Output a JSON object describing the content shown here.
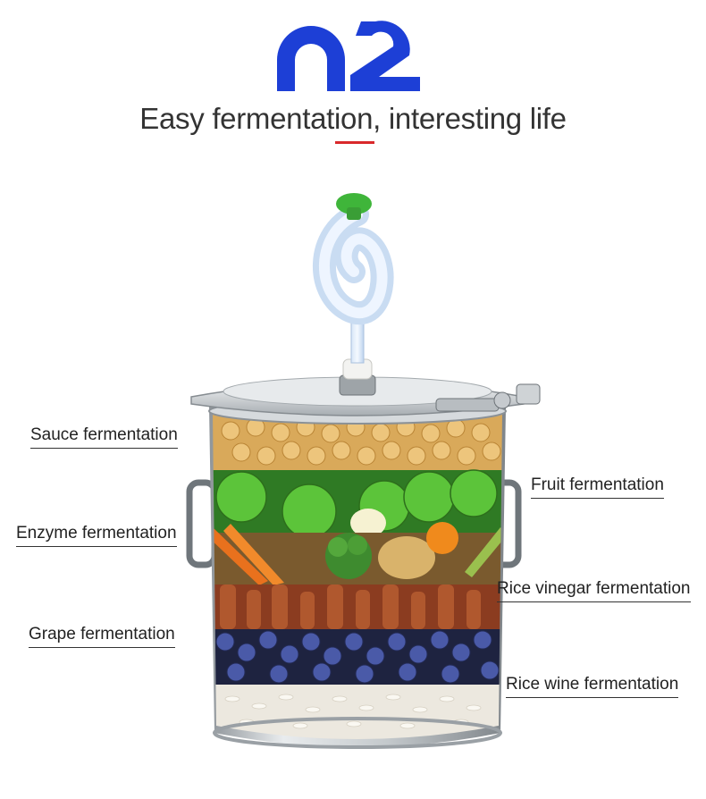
{
  "headline": "Easy fermentation, interesting life",
  "brand_logo_icon": "double-arch-logo",
  "colors": {
    "logo_blue": "#1d3fd6",
    "accent_red": "#d9292b",
    "steel": "#bfc3c6",
    "airlock_green": "#3fb53a"
  },
  "labels": {
    "sauce": "Sauce fermentation",
    "fruit": "Fruit fermentation",
    "enzyme": "Enzyme fermentation",
    "rice_vinegar": "Rice vinegar fermentation",
    "grape": "Grape fermentation",
    "rice_wine": "Rice wine fermentation"
  }
}
